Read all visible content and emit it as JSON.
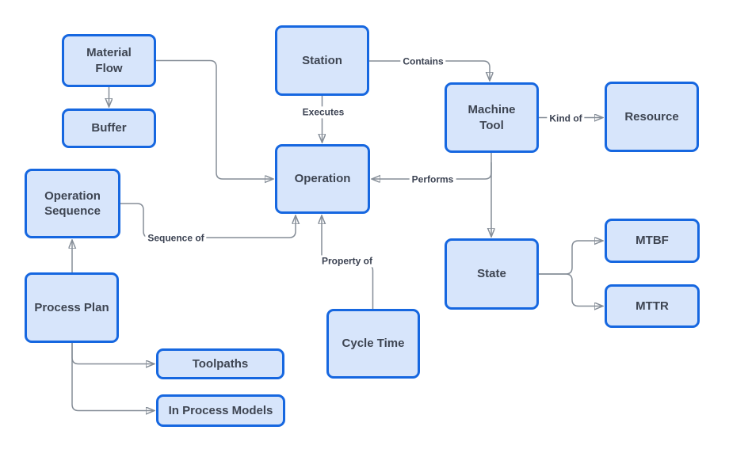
{
  "diagram": {
    "background_color": "#ffffff",
    "colors": {
      "node_fill": "#d7e5fb",
      "node_border": "#1667e0",
      "node_text": "#3e4552",
      "edge_line": "#858d97",
      "edge_arrowhead": "#6d7480",
      "edge_label_text": "#3b4252"
    },
    "nodes": {
      "material_flow": {
        "label": "Material\nFlow"
      },
      "buffer": {
        "label": "Buffer"
      },
      "station": {
        "label": "Station"
      },
      "machine_tool": {
        "label": "Machine\nTool"
      },
      "resource": {
        "label": "Resource"
      },
      "operation": {
        "label": "Operation"
      },
      "operation_sequence": {
        "label": "Operation\nSequence"
      },
      "process_plan": {
        "label": "Process Plan"
      },
      "toolpaths": {
        "label": "Toolpaths"
      },
      "in_process_models": {
        "label": "In Process Models"
      },
      "cycle_time": {
        "label": "Cycle Time"
      },
      "state": {
        "label": "State"
      },
      "mtbf": {
        "label": "MTBF"
      },
      "mttr": {
        "label": "MTTR"
      }
    },
    "edges": {
      "material_flow_buffer": {
        "from": "Material Flow",
        "to": "Buffer",
        "label": ""
      },
      "material_flow_operation": {
        "from": "Material Flow",
        "to": "Operation",
        "label": ""
      },
      "station_operation": {
        "from": "Station",
        "to": "Operation",
        "label": "Executes"
      },
      "station_machine_tool": {
        "from": "Station",
        "to": "Machine Tool",
        "label": "Contains"
      },
      "machine_tool_resource": {
        "from": "Machine Tool",
        "to": "Resource",
        "label": "Kind of"
      },
      "machine_tool_operation": {
        "from": "Machine Tool",
        "to": "Operation",
        "label": "Performs"
      },
      "machine_tool_state": {
        "from": "Machine Tool",
        "to": "State",
        "label": ""
      },
      "operation_sequence_operation": {
        "from": "Operation Sequence",
        "to": "Operation",
        "label": "Sequence of"
      },
      "cycle_time_operation": {
        "from": "Cycle Time",
        "to": "Operation",
        "label": "Property of"
      },
      "process_plan_operation_sequence": {
        "from": "Process Plan",
        "to": "Operation Sequence",
        "label": ""
      },
      "process_plan_toolpaths": {
        "from": "Process Plan",
        "to": "Toolpaths",
        "label": ""
      },
      "process_plan_in_process_models": {
        "from": "Process Plan",
        "to": "In Process Models",
        "label": ""
      },
      "state_mtbf": {
        "from": "State",
        "to": "MTBF",
        "label": ""
      },
      "state_mttr": {
        "from": "State",
        "to": "MTTR",
        "label": ""
      }
    }
  }
}
